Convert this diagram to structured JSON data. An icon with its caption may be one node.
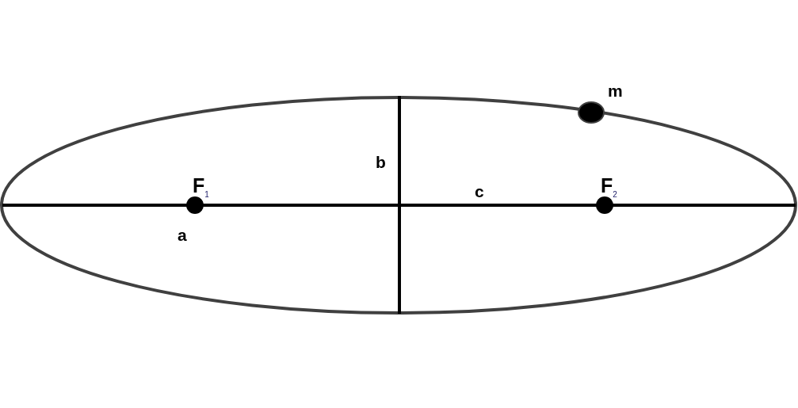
{
  "diagram": {
    "labels": [
      "m",
      "b",
      "F$_{1}$",
      "c",
      "F$_{2}$",
      "a"
    ]
  }
}
